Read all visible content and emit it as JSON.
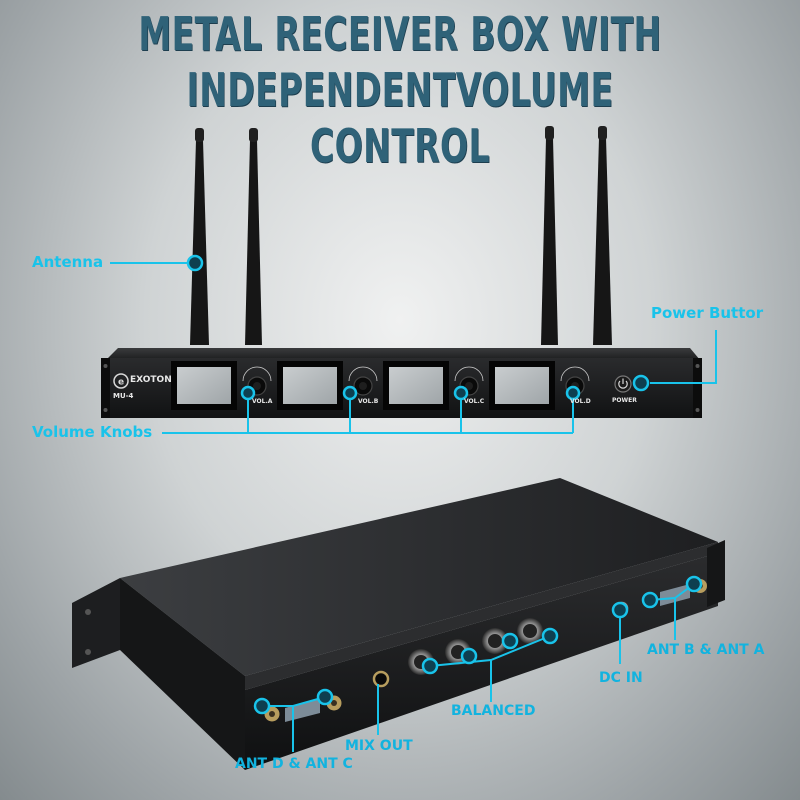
{
  "title": {
    "line1": "METAL RECEIVER BOX WITH",
    "line2": "INDEPENDENTVOLUME CONTROL"
  },
  "front_panel": {
    "brand": "EXOTON",
    "model": "MU-4",
    "volume_labels": [
      "VOL.A",
      "VOL.B",
      "VOL.C",
      "VOL.D"
    ],
    "power_label": "POWER"
  },
  "callouts": {
    "antenna": "Antenna",
    "power_button": "Power Buttor",
    "volume_knobs": "Volume Knobs",
    "ant_d_c": "ANT D & ANT C",
    "mix_out": "MIX OUT",
    "balanced": "BALANCED",
    "dc_in": "DC IN",
    "ant_b_a": "ANT B & ANT A"
  },
  "colors": {
    "title": "#2f6278",
    "callout": "#19c3ea",
    "chassis": "#1b1b1c",
    "lcd": "#b7bcbf"
  },
  "icons": [
    "power-icon",
    "exoton-logo-icon"
  ]
}
